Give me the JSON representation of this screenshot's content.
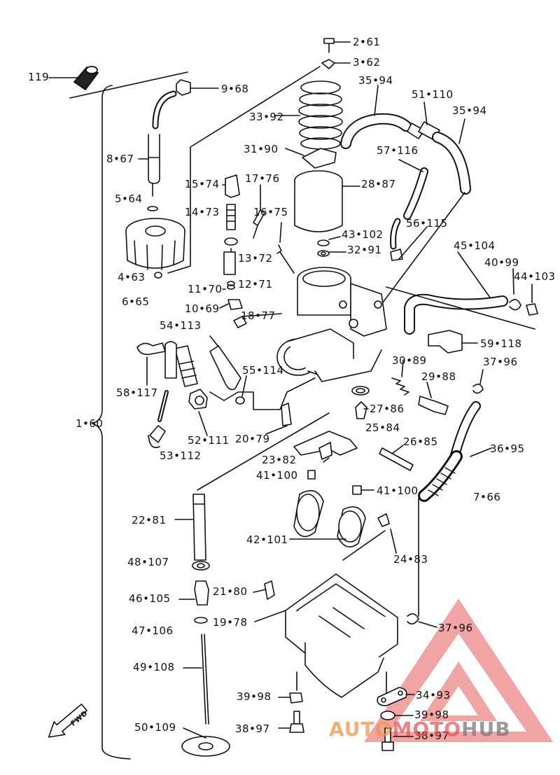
{
  "diagram": {
    "labels": [
      {
        "id": "p2-61",
        "text": "2•61"
      },
      {
        "id": "p3-62",
        "text": "3•62"
      },
      {
        "id": "p119",
        "text": "119"
      },
      {
        "id": "p9-68",
        "text": "9•68"
      },
      {
        "id": "p35-94a",
        "text": "35•94"
      },
      {
        "id": "p51-110",
        "text": "51•110"
      },
      {
        "id": "p35-94b",
        "text": "35•94"
      },
      {
        "id": "p33-92",
        "text": "33•92"
      },
      {
        "id": "p31-90",
        "text": "31•90"
      },
      {
        "id": "p57-116",
        "text": "57•116"
      },
      {
        "id": "p8-67",
        "text": "8•67"
      },
      {
        "id": "p15-74",
        "text": "15•74"
      },
      {
        "id": "p17-76",
        "text": "17•76"
      },
      {
        "id": "p28-87",
        "text": "28•87"
      },
      {
        "id": "p5-64",
        "text": "5•64"
      },
      {
        "id": "p14-73",
        "text": "14•73"
      },
      {
        "id": "p16-75",
        "text": "16•75"
      },
      {
        "id": "p56-115",
        "text": "56•115"
      },
      {
        "id": "p43-102",
        "text": "43•102"
      },
      {
        "id": "p45-104",
        "text": "45•104"
      },
      {
        "id": "p32-91",
        "text": "32•91"
      },
      {
        "id": "p13-72",
        "text": "13•72"
      },
      {
        "id": "p40-99",
        "text": "40•99"
      },
      {
        "id": "p44-103",
        "text": "44•103"
      },
      {
        "id": "p4-63",
        "text": "4•63"
      },
      {
        "id": "p12-71",
        "text": "12•71"
      },
      {
        "id": "p6-65",
        "text": "6•65"
      },
      {
        "id": "p11-70",
        "text": "11•70"
      },
      {
        "id": "p10-69",
        "text": "10•69"
      },
      {
        "id": "p18-77",
        "text": "18•77"
      },
      {
        "id": "p54-113",
        "text": "54•113"
      },
      {
        "id": "p59-118",
        "text": "59•118"
      },
      {
        "id": "p30-89",
        "text": "30•89"
      },
      {
        "id": "p37-96a",
        "text": "37•96"
      },
      {
        "id": "p55-114",
        "text": "55•114"
      },
      {
        "id": "p29-88",
        "text": "29•88"
      },
      {
        "id": "p58-117",
        "text": "58•117"
      },
      {
        "id": "p27-86",
        "text": "27•86"
      },
      {
        "id": "p1-60",
        "text": "1•60"
      },
      {
        "id": "p25-84",
        "text": "25•84"
      },
      {
        "id": "p52-111",
        "text": "52•111"
      },
      {
        "id": "p20-79",
        "text": "20•79"
      },
      {
        "id": "p26-85",
        "text": "26•85"
      },
      {
        "id": "p36-95",
        "text": "36•95"
      },
      {
        "id": "p53-112",
        "text": "53•112"
      },
      {
        "id": "p23-82",
        "text": "23•82"
      },
      {
        "id": "p41-100a",
        "text": "41•100"
      },
      {
        "id": "p41-100b",
        "text": "41•100"
      },
      {
        "id": "p7-66",
        "text": "7•66"
      },
      {
        "id": "p22-81",
        "text": "22•81"
      },
      {
        "id": "p42-101",
        "text": "42•101"
      },
      {
        "id": "p24-83",
        "text": "24•83"
      },
      {
        "id": "p48-107",
        "text": "48•107"
      },
      {
        "id": "p21-80",
        "text": "21•80"
      },
      {
        "id": "p46-105",
        "text": "46•105"
      },
      {
        "id": "p19-78",
        "text": "19•78"
      },
      {
        "id": "p37-96b",
        "text": "37•96"
      },
      {
        "id": "p47-106",
        "text": "47•106"
      },
      {
        "id": "p49-108",
        "text": "49•108"
      },
      {
        "id": "p39-98a",
        "text": "39•98"
      },
      {
        "id": "p34-93",
        "text": "34•93"
      },
      {
        "id": "p39-98b",
        "text": "39•98"
      },
      {
        "id": "p50-109",
        "text": "50•109"
      },
      {
        "id": "p38-97a",
        "text": "38•97"
      },
      {
        "id": "p38-97b",
        "text": "38•97"
      }
    ],
    "fwd_label": "FWD"
  },
  "watermark": {
    "part_a": "AUTO",
    "part_b": "MOTO",
    "part_c": "HUB",
    "colors": {
      "orange": "#f0a050",
      "red": "#e05050",
      "gray": "#888888"
    }
  }
}
